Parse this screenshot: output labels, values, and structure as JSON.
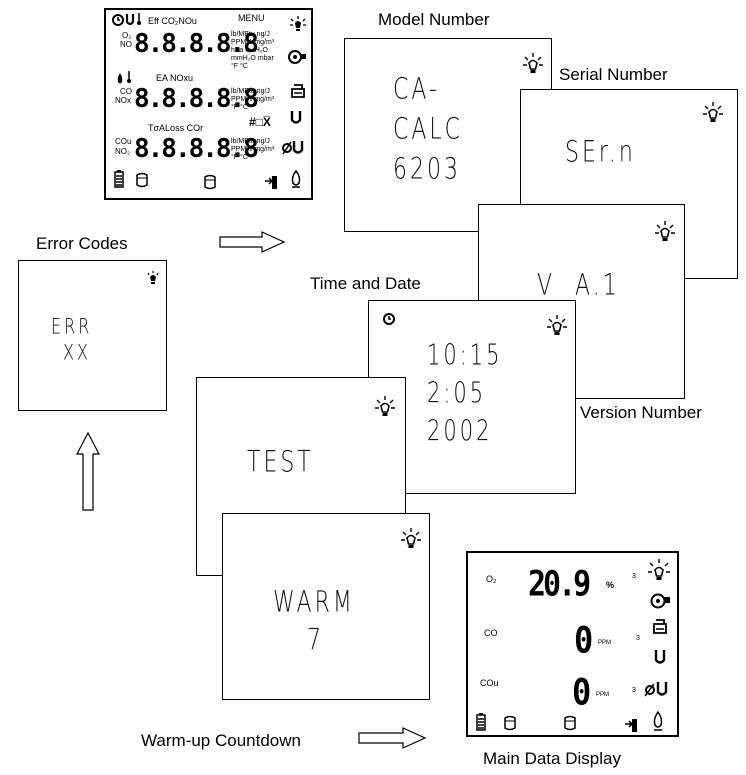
{
  "captions": {
    "model_number": "Model Number",
    "serial_number": "Serial Number",
    "error_codes": "Error Codes",
    "time_and_date": "Time and Date",
    "version_number": "Version Number",
    "warmup_countdown": "Warm-up Countdown",
    "main_data_display": "Main Data Display"
  },
  "screens": {
    "model": [
      "CA-",
      "CALC",
      "6203"
    ],
    "serial": "SEr.n",
    "version": "V  A.1",
    "time": [
      "10:15",
      "2:05",
      "2002"
    ],
    "test": "TEST",
    "warm": [
      "WARM",
      "7"
    ],
    "error": [
      "ERR",
      "XX"
    ]
  },
  "full_lcd": {
    "row1_label": "Eff CO₂NOu",
    "menu": "MENU",
    "row1_left": [
      "O₂",
      "NO"
    ],
    "row1_units": [
      "lb/MBtu ng/J",
      "PPM% mg/m³",
      "hPa in. H₂O",
      "mmH₂O mbar",
      "°F °C"
    ],
    "row2_label": "EA NOxu",
    "row2_left": [
      "CO",
      "NOx"
    ],
    "row2_units": [
      "lb/MBtu ng/J",
      "PPM% mg/m³",
      "°F °C"
    ],
    "row3_label": "TσALoss COr",
    "row3_left": [
      "COu",
      "NO₂"
    ],
    "row3_units": [
      "lb/MBtu ng/J",
      "PPM% mg/m³",
      "°F °C"
    ],
    "digits": "8.8.8.8.8",
    "hash_x": "#□X̅"
  },
  "main_display": {
    "o2_label": "O₂",
    "o2_value": "20.9",
    "o2_unit": "%",
    "co_label": "CO",
    "co_value": "0",
    "co_unit": "PPM",
    "cou_label": "COu",
    "cou_value": "0",
    "cou_unit": "PPM",
    "sup": "3"
  },
  "icons": [
    "backlight-icon",
    "clock-icon",
    "pump-icon",
    "printer-icon",
    "trap-icon",
    "battery-icon",
    "flame-icon",
    "arrow-right-icon",
    "arrow-up-icon"
  ]
}
